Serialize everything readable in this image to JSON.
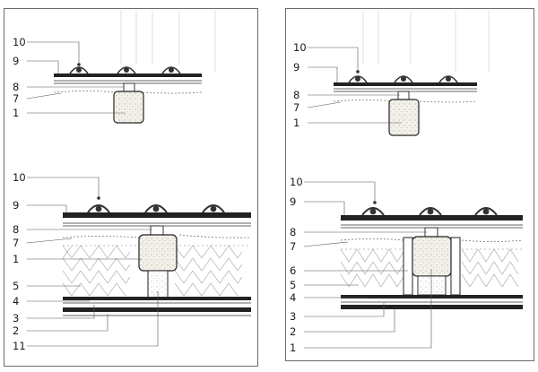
{
  "panels": [
    {
      "sections": [
        {
          "labels": [
            "10",
            "9",
            "8",
            "7",
            "1"
          ]
        },
        {
          "labels": [
            "10",
            "9",
            "8",
            "7",
            "1",
            "5",
            "4",
            "3",
            "2",
            "11"
          ]
        }
      ]
    },
    {
      "sections": [
        {
          "labels": [
            "10",
            "9",
            "8",
            "7",
            "1"
          ]
        },
        {
          "labels": [
            "10",
            "9",
            "8",
            "7",
            "6",
            "5",
            "4",
            "3",
            "2",
            "1"
          ]
        }
      ]
    }
  ]
}
